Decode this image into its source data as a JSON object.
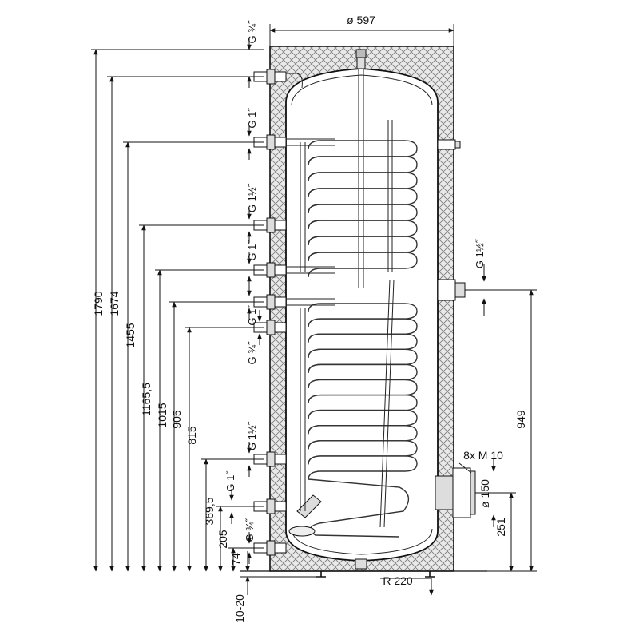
{
  "diagram": {
    "top_dimension": "ø 597",
    "height_dimensions": [
      {
        "value": "1790"
      },
      {
        "value": "1674"
      },
      {
        "value": "1455"
      },
      {
        "value": "1165,5"
      },
      {
        "value": "1015"
      },
      {
        "value": "905"
      },
      {
        "value": "815"
      },
      {
        "value": "369,5"
      },
      {
        "value": "205"
      },
      {
        "value": "74"
      },
      {
        "value": "10-20"
      }
    ],
    "connection_labels": [
      {
        "value": "G ¾˝"
      },
      {
        "value": "G 1˝"
      },
      {
        "value": "G 1½˝"
      },
      {
        "value": "G 1˝"
      },
      {
        "value": "G 1˝"
      },
      {
        "value": "G ¾˝"
      },
      {
        "value": "G 1½˝"
      },
      {
        "value": "G 1˝"
      },
      {
        "value": "G ¾˝"
      }
    ],
    "right_labels": {
      "anode_thread": "G 1½˝",
      "height_949": "949",
      "flange_bolts": "8x M 10",
      "flange_diameter": "ø 150",
      "height_251": "251",
      "foot_radius": "R 220"
    }
  }
}
